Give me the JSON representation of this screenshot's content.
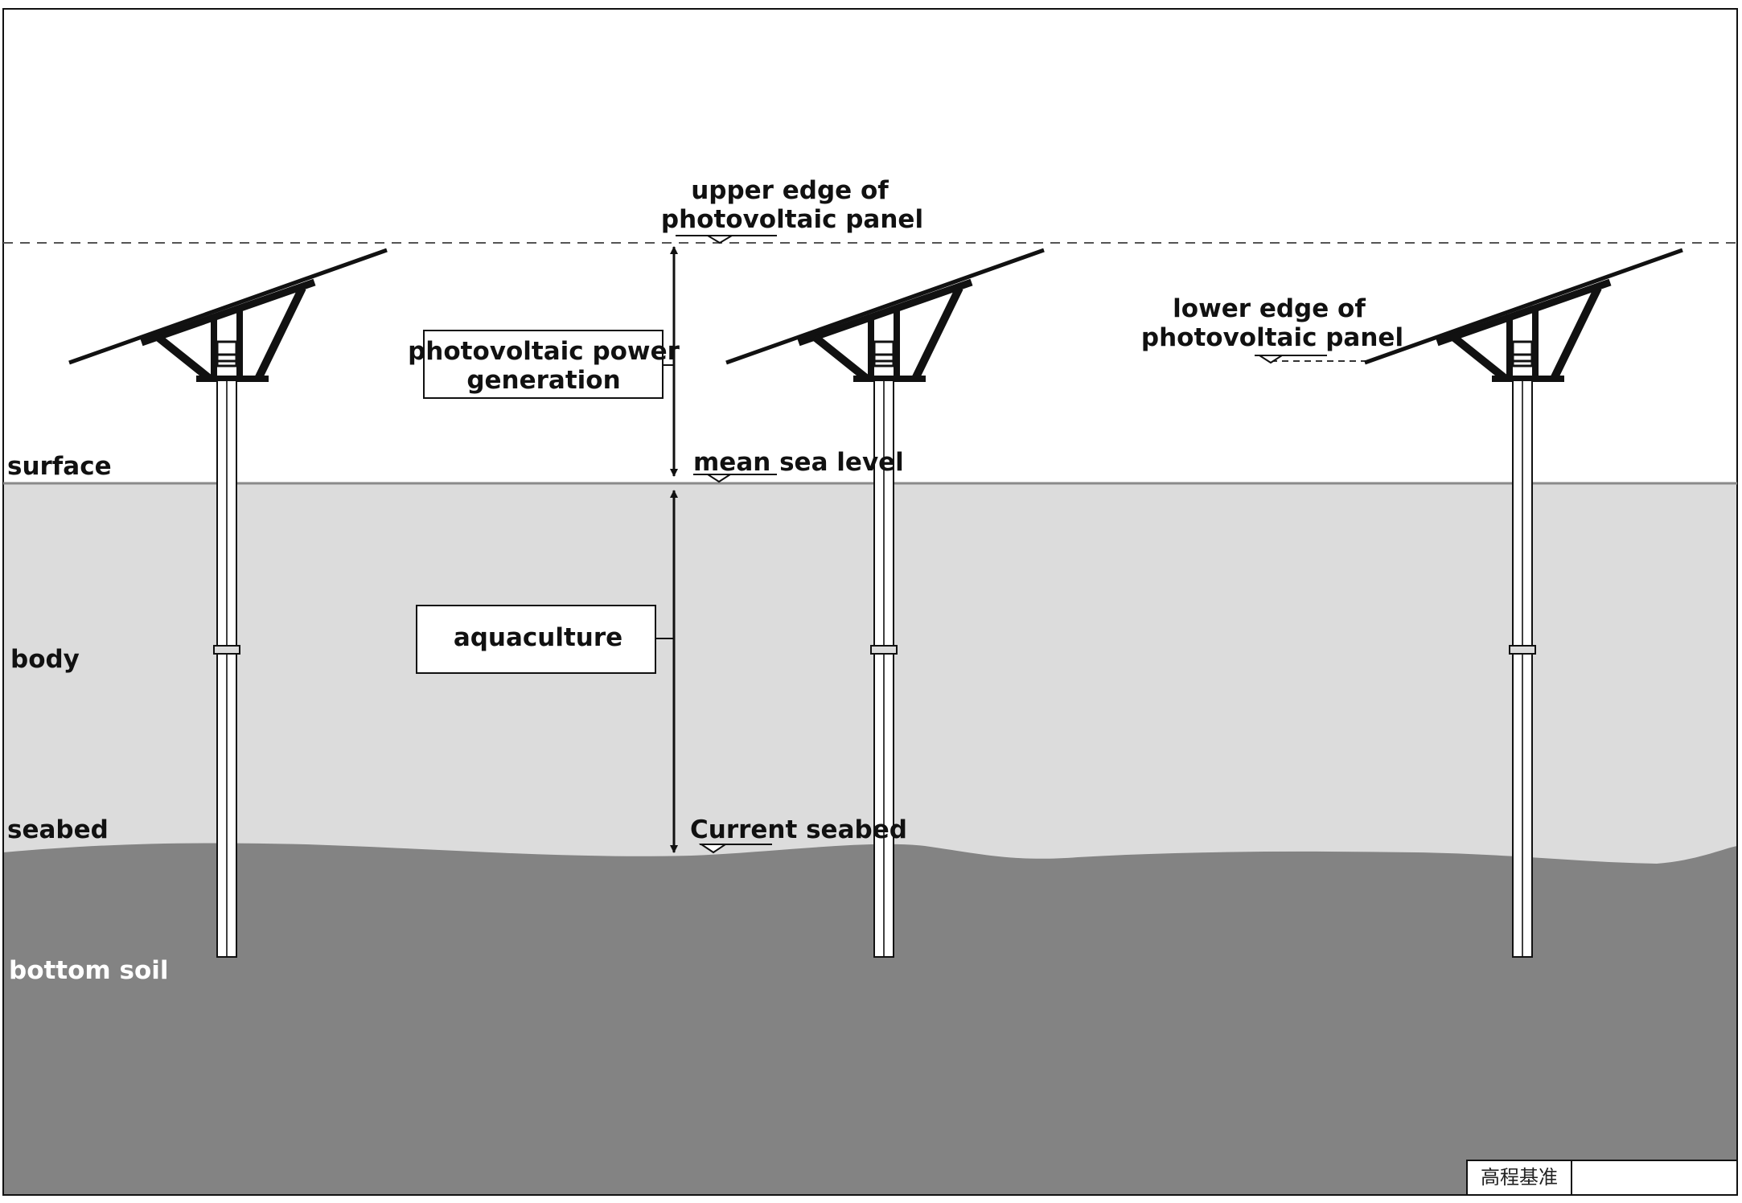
{
  "layers": {
    "surface": "surface",
    "body": "body",
    "seabed": "seabed",
    "bottom_soil": "bottom soil"
  },
  "annotations": {
    "upper_edge_line1": "upper edge of",
    "upper_edge_line2": "photovoltaic panel",
    "lower_edge_line1": "lower edge of",
    "lower_edge_line2": "photovoltaic panel",
    "mean_sea_level": "mean sea level",
    "current_seabed": "Current seabed"
  },
  "zones": {
    "pv_line1": "photovoltaic power",
    "pv_line2": "generation",
    "aquaculture": "aquaculture"
  },
  "title_block": {
    "label": "高程基准",
    "value": ""
  },
  "colors": {
    "sky": "#ffffff",
    "water": "#dcdcdc",
    "soil": "#838383",
    "structure": "#111111"
  }
}
